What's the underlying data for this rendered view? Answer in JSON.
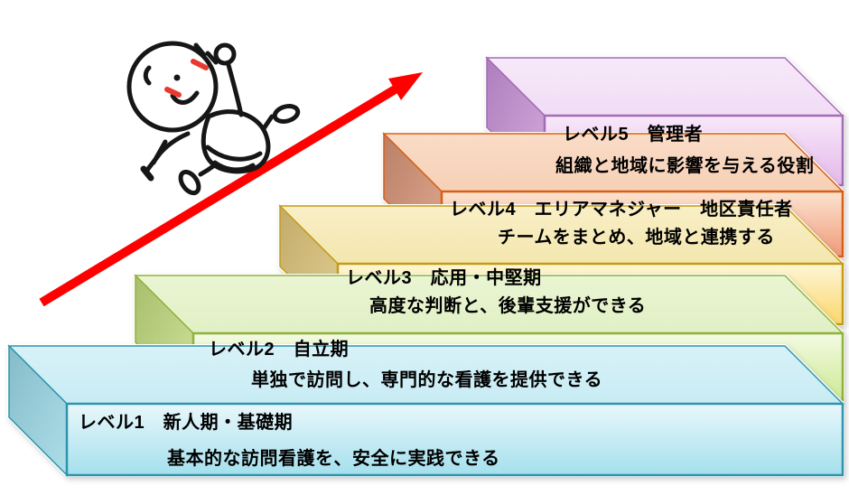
{
  "diagram": {
    "background": "#FFFFFF",
    "arrow": {
      "name": "growth-arrow",
      "color": "#FF0000",
      "direction": "up-right"
    },
    "figure": {
      "name": "running-person-doodle",
      "stroke_color": "#161616",
      "blush_color": "#E8392F"
    },
    "levels": [
      {
        "level": 5,
        "line1": "レベル5　管理者",
        "line2": "組織と地域に影響を与える役割",
        "border_color": "#A06CB4",
        "fill_light": "#F8E8FA",
        "fill_dark": "#E4B8EA"
      },
      {
        "level": 4,
        "line1": "レベル4　エリアマネジャー　地区責任者",
        "line2": "チームをまとめ、地域と連携する",
        "border_color": "#D95E13",
        "fill_light": "#FCE4D1",
        "fill_dark": "#EF9A77"
      },
      {
        "level": 3,
        "line1": "レベル3　応用・中堅期",
        "line2": "高度な判断と、後輩支援ができる",
        "border_color": "#C49C16",
        "fill_light": "#FEF6D7",
        "fill_dark": "#FAD76A"
      },
      {
        "level": 2,
        "line1": "レベル2　自立期",
        "line2": "単独で訪問し、専門的な看護を提供できる",
        "border_color": "#8FB23B",
        "fill_light": "#F3FAE2",
        "fill_dark": "#CDEA95"
      },
      {
        "level": 1,
        "line1": "レベル1　新人期・基礎期",
        "line2": "基本的な訪問看護を、安全に実践できる",
        "border_color": "#2E93AC",
        "fill_light": "#E9F7FB",
        "fill_dark": "#A4E0ED"
      }
    ]
  }
}
